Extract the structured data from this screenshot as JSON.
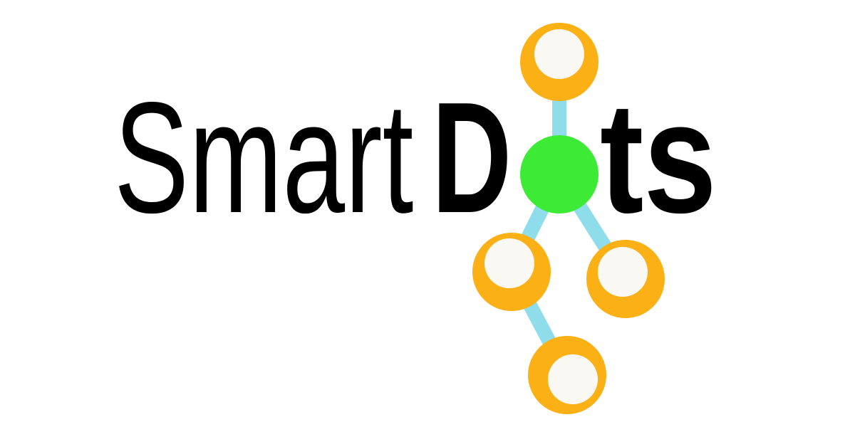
{
  "logo": {
    "word_light": "Smart",
    "word_bold_first": "D",
    "word_bold_rest": "ts",
    "colors": {
      "text": "#000000",
      "center_dot": "#3deb36",
      "outer_dot": "#fbb016",
      "dot_highlight": "#faf8f3",
      "connector": "#8fdcea",
      "background": "#ffffff"
    }
  }
}
